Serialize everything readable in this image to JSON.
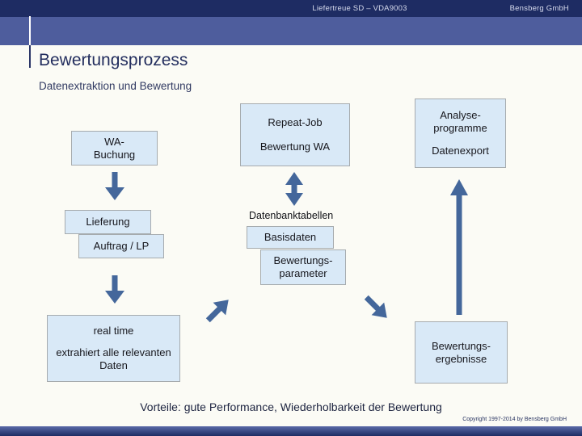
{
  "window": {
    "title_bar_center": "Liefertreue SD – VDA9003",
    "title_bar_right": "Bensberg GmbH"
  },
  "slide": {
    "title": "Bewertungsprozess",
    "subtitle": "Datenextraktion und Bewertung",
    "diagram": {
      "wa_buchung": {
        "line1": "WA-",
        "line2": "Buchung"
      },
      "repeat_job": {
        "line1": "Repeat-Job",
        "line2": "Bewertung WA"
      },
      "analyse": {
        "line1": "Analyse-",
        "line2": "programme",
        "line3": "Datenexport"
      },
      "lieferung": {
        "label": "Lieferung"
      },
      "auftrag_lp": {
        "label": "Auftrag / LP"
      },
      "datenbank_label": "Datenbanktabellen",
      "basisdaten": {
        "label": "Basisdaten"
      },
      "bewertungsparameter": {
        "line1": "Bewertungs-",
        "line2": "parameter"
      },
      "real_time": {
        "line1": "real time",
        "line2": "extrahiert alle relevanten",
        "line3": "Daten"
      },
      "bewertungsergebnisse": {
        "line1": "Bewertungs-",
        "line2": "ergebnisse"
      }
    },
    "benefits": "Vorteile: gute Performance, Wiederholbarkeit der Bewertung",
    "copyright": "Copyright 1997-2014 by Bensberg GmbH"
  },
  "icons": {
    "arrow_down": "down-arrow",
    "arrow_up_down": "up-down-arrow",
    "arrow_up_long": "up-arrow",
    "arrow_up_right": "up-right-arrow",
    "arrow_down_right": "down-right-arrow"
  },
  "colors": {
    "header_dark": "#1e2c63",
    "header_light": "#4e5d9d",
    "box_fill": "#d9e9f7",
    "box_border": "#a6abae",
    "arrow": "#44679b",
    "title_text": "#232e5e",
    "background": "#fbfbf5"
  }
}
